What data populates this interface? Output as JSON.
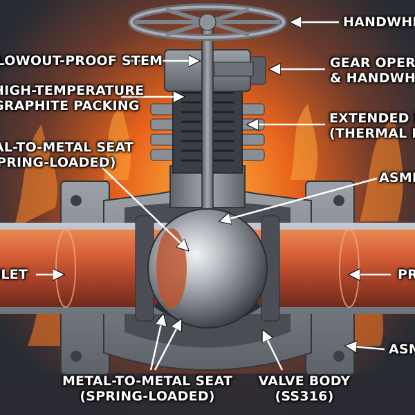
{
  "labels": {
    "handwheel": "HANDWHEEL",
    "stem": "BLOWOUT-PROOF STEM",
    "packing_1": "HIGH-TEMPERATURE",
    "packing_2": "GRAPHITE PACKING",
    "gear_1": "GEAR OPERATOR",
    "gear_2": "& HANDWHEEL",
    "bonnet_1": "EXTENDED BONNET",
    "bonnet_2": "(THERMAL ISOLATION)",
    "seat_top_1": "METAL-TO-METAL SEAT",
    "seat_top_2": "(SPRING-LOADED)",
    "asme_top": "ASME",
    "inlet": "INLET",
    "outlet": "PROCESS",
    "asme_bottom": "ASME",
    "seat_bottom_1": "METAL-TO-METAL SEAT",
    "seat_bottom_2": "(SPRING-LOADED)",
    "body_1": "VALVE BODY",
    "body_2": "(SS316)"
  },
  "colors": {
    "fire": "#e8631c",
    "steel": "#8f949b",
    "steel_dark": "#4d5158",
    "pipe": "#c4552b",
    "arrow": "#ffffff"
  }
}
